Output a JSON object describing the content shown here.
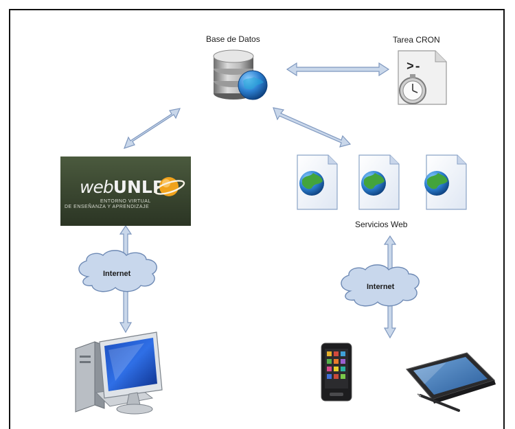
{
  "nodes": {
    "database": {
      "label": "Base de Datos"
    },
    "cron": {
      "label": "Tarea CRON",
      "terminal_glyph": ">-"
    },
    "webservices": {
      "label": "Servicios Web"
    },
    "webunlp": {
      "wordmark_light": "web",
      "wordmark_bold": "UNLP",
      "tagline_line1": "ENTORNO VIRTUAL",
      "tagline_line2": "DE ENSEÑANZA Y APRENDIZAJE"
    },
    "internet_left": {
      "label": "Internet"
    },
    "internet_right": {
      "label": "Internet"
    }
  },
  "devices": [
    "desktop-computer",
    "smartphone",
    "tablet"
  ],
  "colors": {
    "arrow_fill": "#c9d7ea",
    "arrow_stroke": "#7f98bf",
    "cloud_fill": "#c8d7ec",
    "cloud_stroke": "#6d89b4",
    "globe_blue": "#2c7fd0",
    "globe_green": "#43a43c",
    "logo_bg": "#3f4b34",
    "logo_accent": "#f0a21c"
  }
}
